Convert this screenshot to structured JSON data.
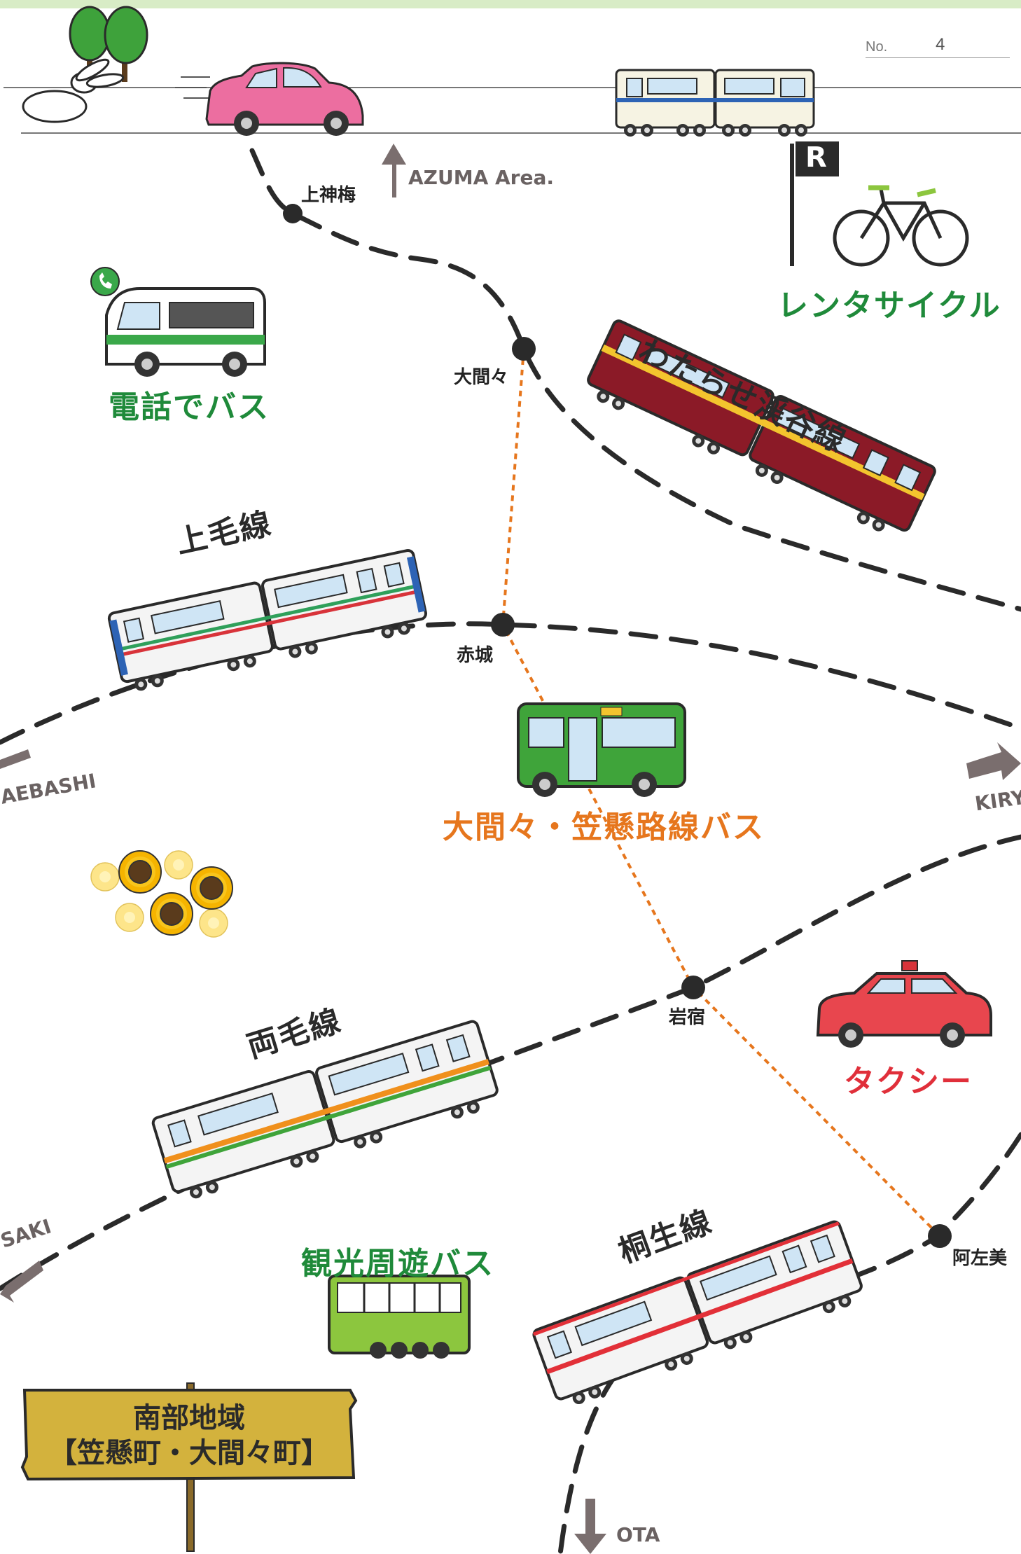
{
  "header": {
    "no_label": "No.",
    "page_number": "4"
  },
  "stations": {
    "kamikanbai": "上神梅",
    "omama": "大間々",
    "akagi": "赤城",
    "iwajuku": "岩宿",
    "azami": "阿左美"
  },
  "lines": {
    "watarase": "わたらせ渓谷線",
    "jomo": "上毛線",
    "ryomo": "両毛線",
    "kiryu": "桐生線"
  },
  "services": {
    "rental_cycle": "レンタサイクル",
    "phone_bus": "電話でバス",
    "route_bus": "大間々・笠懸路線バス",
    "taxi": "タクシー",
    "sightseeing_bus": "観光周遊バス"
  },
  "directions": {
    "azuma": "AZUMA Area.",
    "maebashi": "AEBASHI",
    "kiryu": "KIRYU",
    "takasaki": "SAKI",
    "ota": "OTA"
  },
  "rental_sign": "R",
  "signboard": {
    "line1": "南部地域",
    "line2": "【笠懸町・大間々町】"
  },
  "colors": {
    "rail_dash": "#2a2a2a",
    "bus_route": "#e6761d",
    "green_text": "#1f8a3a",
    "orange_text": "#e6761d",
    "red_text": "#e02f3a",
    "arrow_grey": "#7a6e6e",
    "header_bar": "#d8ecc6"
  },
  "icons": [
    "rabbit-icon",
    "tree-icon",
    "car-icon",
    "train-icon",
    "bicycle-icon",
    "minibus-icon",
    "phone-icon",
    "bus-icon",
    "taxi-icon",
    "sunflower-icon",
    "signboard-icon"
  ]
}
